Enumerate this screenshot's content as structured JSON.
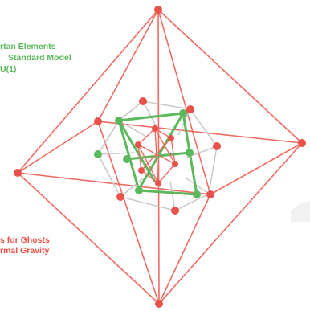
{
  "labels": {
    "green_line1": "rtan Elements",
    "green_line2": "Standard Model",
    "green_line3": "U(1)",
    "red_line1": "s for Ghosts",
    "red_line2": "rmal Gravity"
  },
  "colors": {
    "red": "#e8524a",
    "green": "#5cb85c",
    "gray": "#c9c9c9"
  }
}
